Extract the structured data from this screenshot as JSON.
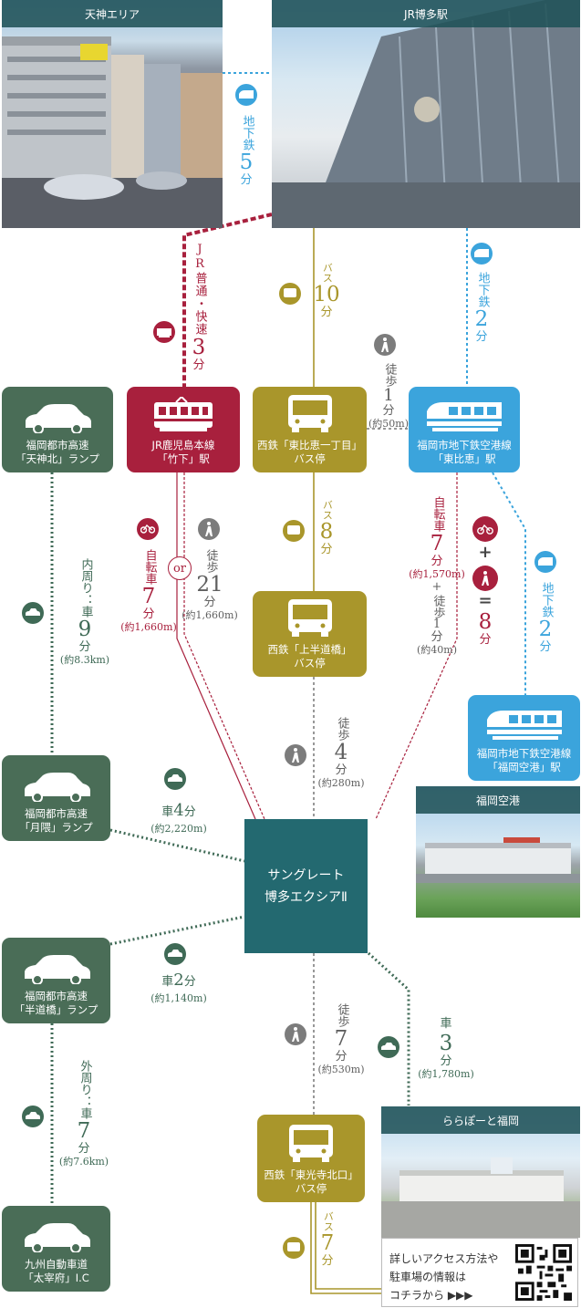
{
  "photos": {
    "tenjin": "天神エリア",
    "hakata": "JR博多駅",
    "airport": "福岡空港",
    "lalaport": "ららぽーと福岡"
  },
  "stations": {
    "tenjinkita": [
      "福岡都市高速",
      "「天神北」ランプ"
    ],
    "takeshita": [
      "JR鹿児島本線",
      "「竹下」駅"
    ],
    "higashihie_bus": [
      "西鉄「東比恵一丁目」",
      "バス停"
    ],
    "higashihie_sub": [
      "福岡市地下鉄空港線",
      "「東比恵」駅"
    ],
    "kamihanmichi": [
      "西鉄「上半道橋」",
      "バス停"
    ],
    "airport_sub": [
      "福岡市地下鉄空港線",
      "「福岡空港」駅"
    ],
    "tsukiguma": [
      "福岡都市高速",
      "「月隈」ランプ"
    ],
    "hanmichibashi": [
      "福岡都市高速",
      "「半道橋」ランプ"
    ],
    "dazaifu": [
      "九州自動車道",
      "「太宰府」I.C"
    ],
    "toukouji": [
      "西鉄「東光寺北口」",
      "バス停"
    ],
    "property": [
      "サングレート",
      "博多エクシアⅡ"
    ]
  },
  "routes": {
    "sub5": {
      "mode": "地下鉄",
      "num": "5",
      "unit": "分"
    },
    "jr3": {
      "mode": "JR普通・快速",
      "num": "3",
      "unit": "分"
    },
    "bus10": {
      "mode": "バス",
      "num": "10",
      "unit": "分"
    },
    "walk1": {
      "mode": "徒歩",
      "num": "1",
      "unit": "分",
      "dist": "(約50m)"
    },
    "sub2a": {
      "mode": "地下鉄",
      "num": "2",
      "unit": "分"
    },
    "bike7a": {
      "mode": "自転車",
      "num": "7",
      "unit": "分",
      "dist": "(約1,660m)"
    },
    "or": "or",
    "walk21": {
      "mode": "徒歩",
      "num": "21",
      "unit": "分",
      "dist": "(約1,660m)"
    },
    "bus8": {
      "mode": "バス",
      "num": "8",
      "unit": "分"
    },
    "bike7b": {
      "mode": "自転車",
      "num": "7",
      "unit": "分",
      "dist": "(約1,570m)",
      "plus": "+",
      "mode2": "徒歩",
      "num2": "1",
      "unit2": "分",
      "dist2": "(約40m)"
    },
    "bikewalk": {
      "plus": "+",
      "eq": "=",
      "num": "8",
      "unit": "分"
    },
    "sub2b": {
      "mode": "地下鉄",
      "num": "2",
      "unit": "分"
    },
    "car9": {
      "mode": "内周り：車",
      "num": "9",
      "unit": "分",
      "dist": "(約8.3km)"
    },
    "walk4": {
      "mode": "徒歩",
      "num": "4",
      "unit": "分",
      "dist": "(約280m)"
    },
    "car4": {
      "mode": "車",
      "num": "4",
      "unit": "分",
      "dist": "(約2,220m)"
    },
    "car2": {
      "mode": "車",
      "num": "2",
      "unit": "分",
      "dist": "(約1,140m)"
    },
    "walk7": {
      "mode": "徒歩",
      "num": "7",
      "unit": "分",
      "dist": "(約530m)"
    },
    "car3": {
      "mode": "車",
      "num": "3",
      "unit": "分",
      "dist": "(約1,780m)"
    },
    "car7": {
      "mode": "外周り：車",
      "num": "7",
      "unit": "分",
      "dist": "(約7.6km)"
    },
    "bus7": {
      "mode": "バス",
      "num": "7",
      "unit": "分"
    }
  },
  "qr": {
    "lines": [
      "詳しいアクセス方法や",
      "駐車場の情報は",
      "コチラから ▶▶▶"
    ]
  },
  "colors": {
    "jr": "#a8203d",
    "bus": "#a9962b",
    "subway": "#3ba4dc",
    "car": "#4a6d57",
    "property": "#236970"
  }
}
